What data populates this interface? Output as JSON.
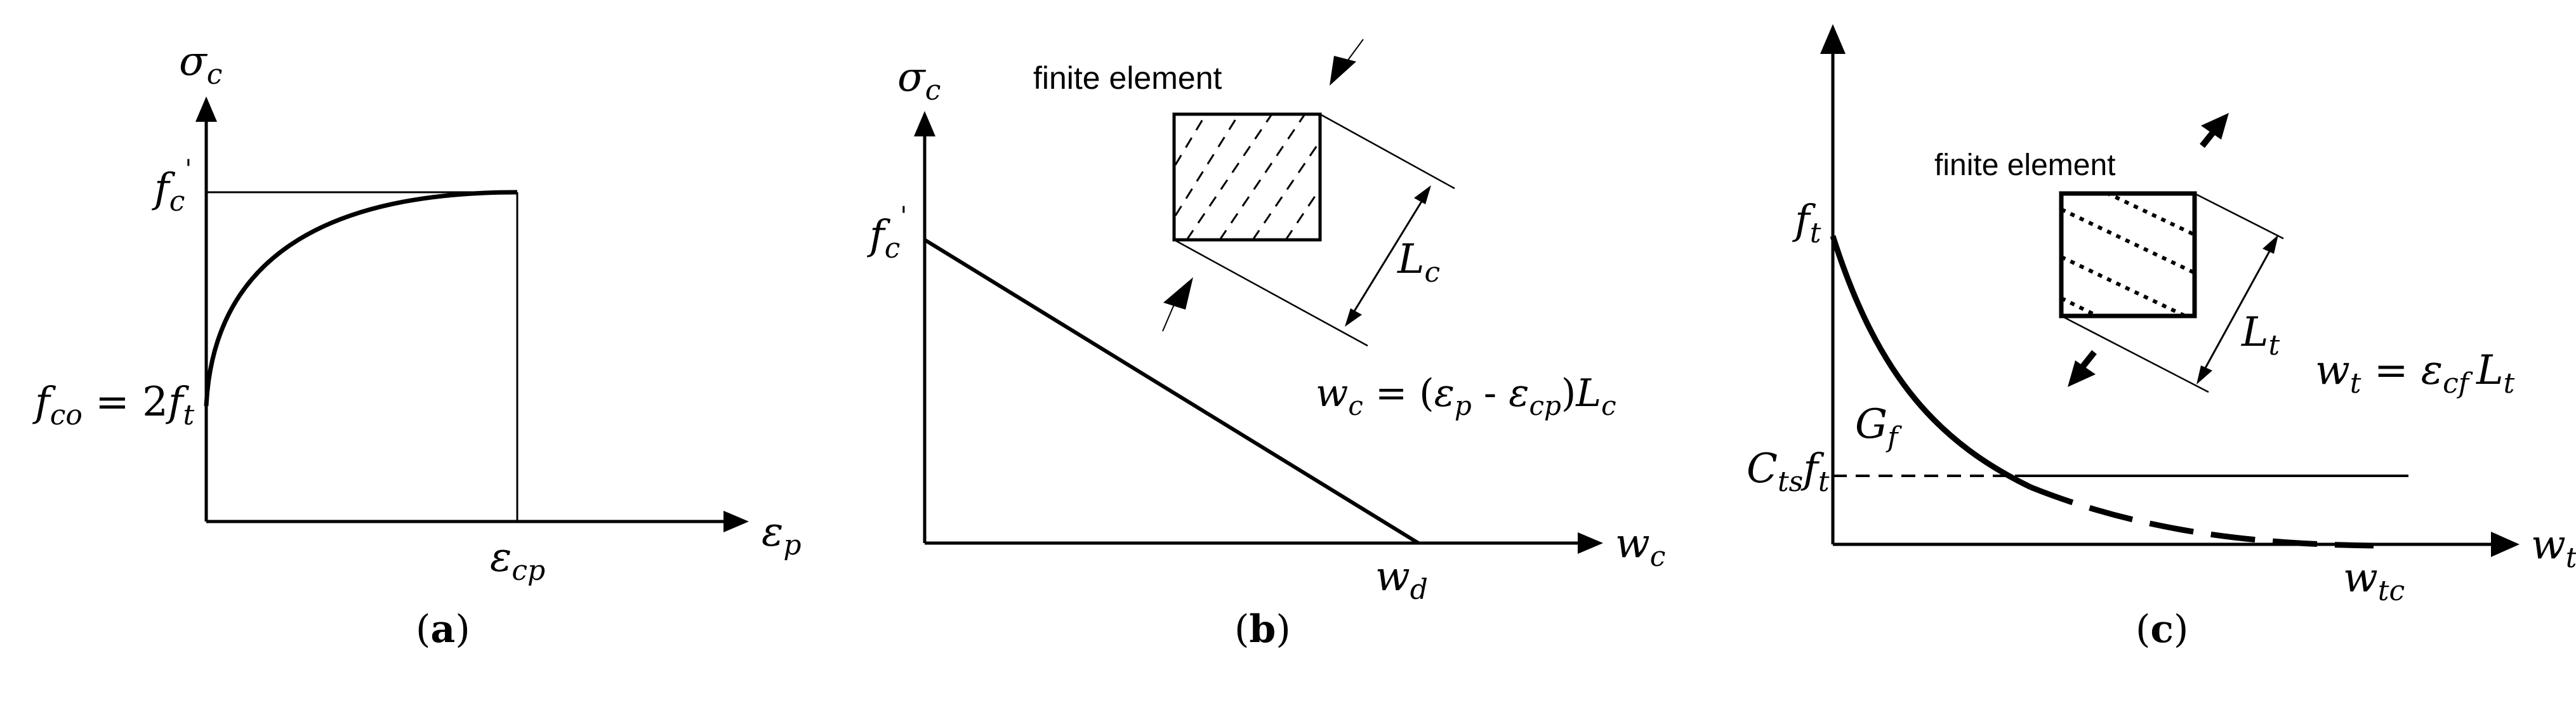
{
  "panels": {
    "a": {
      "caption_open": "(",
      "caption_letter": "a",
      "caption_close": ")",
      "y_axis_label": "σ",
      "y_axis_sub": "c",
      "x_axis_label": "ε",
      "x_axis_sub": "p",
      "peak_label": "f",
      "peak_sub": "c",
      "peak_prime": "'",
      "start_label_f": "f",
      "start_label_sub": "co",
      "start_label_eq": " = 2",
      "start_label_f2": "f",
      "start_label_sub2": "t",
      "x_marker_label": "ε",
      "x_marker_sub": "cp"
    },
    "b": {
      "caption_open": "(",
      "caption_letter": "b",
      "caption_close": ")",
      "y_axis_label": "σ",
      "y_axis_sub": "c",
      "x_axis_label": "w",
      "x_axis_sub": "c",
      "peak_label": "f",
      "peak_sub": "c",
      "peak_prime": "'",
      "element_label": "finite element",
      "length_label": "L",
      "length_sub": "c",
      "x_marker_label": "w",
      "x_marker_sub": "d",
      "eq_w": "w",
      "eq_w_sub": "c",
      "eq_mid": " = (",
      "eq_e1": "ε",
      "eq_e1_sub": "p",
      "eq_minus": " - ",
      "eq_e2": "ε",
      "eq_e2_sub": "cp",
      "eq_close": ")",
      "eq_L": "L",
      "eq_L_sub": "c"
    },
    "c": {
      "caption_open": "(",
      "caption_letter": "c",
      "caption_close": ")",
      "x_axis_label": "w",
      "x_axis_sub": "t",
      "peak_label": "f",
      "peak_sub": "t",
      "element_label": "finite element",
      "length_label": "L",
      "length_sub": "t",
      "energy_label": "G",
      "energy_sub": "f",
      "residual_C": "C",
      "residual_sub": "ts",
      "residual_f": "f",
      "residual_fsub": "t",
      "x_marker_label": "w",
      "x_marker_sub": "tc",
      "eq_w": "w",
      "eq_w_sub": "t",
      "eq_mid": " = ",
      "eq_e": "ε",
      "eq_e_sub": "cf",
      "eq_L": "L",
      "eq_L_sub": "t"
    }
  }
}
